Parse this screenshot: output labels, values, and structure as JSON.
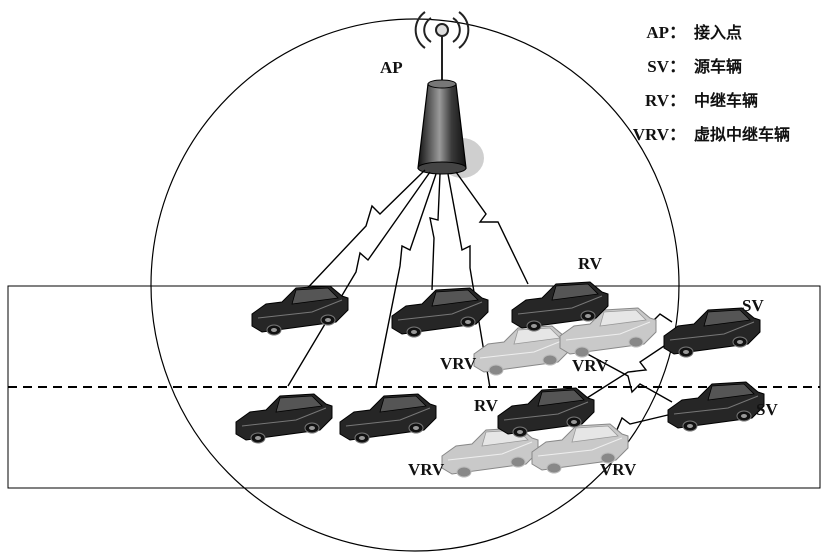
{
  "labels": {
    "ap": "AP",
    "rv_top": "RV",
    "rv_mid": "RV",
    "sv_top": "SV",
    "sv_mid": "SV",
    "vrv_a": "VRV",
    "vrv_b": "VRV",
    "vrv_c": "VRV",
    "vrv_d": "VRV"
  },
  "legend": [
    {
      "key": "AP：",
      "value": "接入点"
    },
    {
      "key": "SV：",
      "value": "源车辆"
    },
    {
      "key": "RV：",
      "value": "中继车辆"
    },
    {
      "key": "VRV：",
      "value": "虚拟中继车辆"
    }
  ],
  "colors": {
    "car_dark": "#2b2b2b",
    "car_ghost": "#c8c8c8",
    "tower": "#333333",
    "line": "#000000"
  }
}
